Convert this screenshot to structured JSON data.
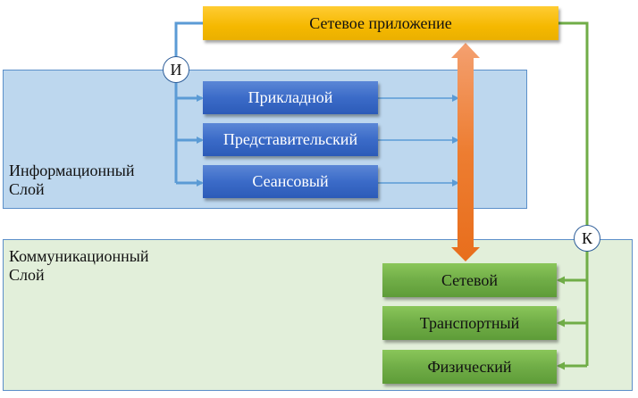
{
  "diagram": {
    "application": {
      "label": "Сетевое приложение"
    },
    "info_layer": {
      "label": "Информационный\nСлой",
      "node_label": "И",
      "levels": [
        {
          "label": "Прикладной"
        },
        {
          "label": "Представительский"
        },
        {
          "label": "Сеансовый"
        }
      ]
    },
    "comm_layer": {
      "label": "Коммуникационный\nСлой",
      "node_label": "К",
      "levels": [
        {
          "label": "Сетевой"
        },
        {
          "label": "Транспортный"
        },
        {
          "label": "Физический"
        }
      ]
    },
    "colors": {
      "application": "#ffc000",
      "info_box": "#4472c4",
      "comm_box": "#70ad47",
      "info_layer_bg": "#bdd7ee",
      "comm_layer_bg": "#e2efda",
      "info_wire": "#5b9bd5",
      "comm_wire": "#70ad47",
      "exchange_arrow": "#ed7d31"
    }
  }
}
